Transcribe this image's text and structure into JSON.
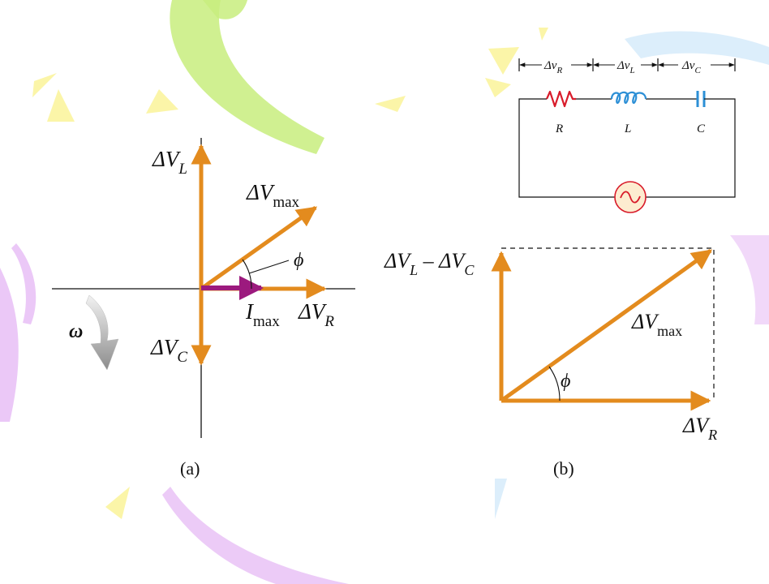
{
  "colors": {
    "phasor": "#E38B1E",
    "current": "#9C1A7E",
    "axis": "#111111",
    "resistor": "#D81B2A",
    "inductor": "#2C8FD6",
    "capacitor": "#2C8FD6",
    "source_fill": "#FDECD0",
    "source_stroke": "#D81B2A",
    "omega_arrow": "#9a9a9a",
    "bg_yellow": "#FBF5A8",
    "bg_green": "#C8ED7E",
    "bg_purple": "#EBC8F7",
    "bg_blue": "#DCEEFB"
  },
  "panel_a": {
    "caption": "(a)",
    "label_vl": [
      "ΔV",
      "L"
    ],
    "label_vmax": [
      "ΔV",
      "max"
    ],
    "label_phi": "ϕ",
    "label_imax": [
      "I",
      "max"
    ],
    "label_vr": [
      "ΔV",
      "R"
    ],
    "label_vc": [
      "ΔV",
      "C"
    ],
    "label_omega": "ω"
  },
  "panel_b": {
    "caption": "(b)",
    "label_vl_minus_vc": [
      "ΔV",
      "L",
      " – ΔV",
      "C"
    ],
    "label_vmax": [
      "ΔV",
      "max"
    ],
    "label_phi": "ϕ",
    "label_vr": [
      "ΔV",
      "R"
    ]
  },
  "circuit": {
    "dim_r": [
      "Δv",
      "R"
    ],
    "dim_l": [
      "Δv",
      "L"
    ],
    "dim_c": [
      "Δv",
      "C"
    ],
    "comp_r": "R",
    "comp_l": "L",
    "comp_c": "C",
    "source_icon": "ac-source-icon"
  }
}
